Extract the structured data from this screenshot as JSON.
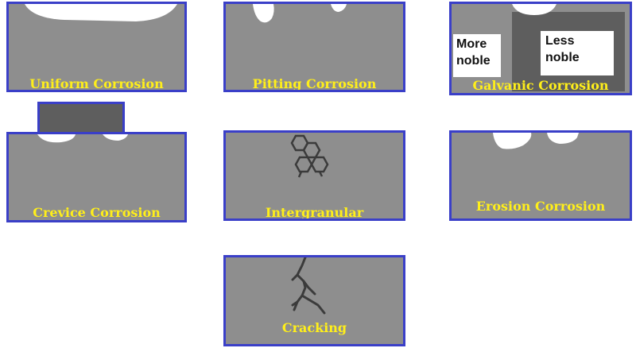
{
  "colors": {
    "metal": "#8e8e8e",
    "border": "#3a3fc8",
    "label": "#ffef1a",
    "attack": "#ffffff",
    "crack": "#3b3b3b",
    "cathode": "#5e5e5e"
  },
  "panels": [
    {
      "label": "Uniform Corrosion"
    },
    {
      "label": "Pitting Corrosion"
    },
    {
      "label": "Galvanic Corrosion",
      "left_text": [
        "More",
        "noble"
      ],
      "right_text": [
        "Less",
        "noble"
      ]
    },
    {
      "label": "Crevice Corrosion"
    },
    {
      "label": "Intergranular"
    },
    {
      "label": "Erosion Corrosion"
    },
    {
      "label": "Cracking"
    }
  ]
}
